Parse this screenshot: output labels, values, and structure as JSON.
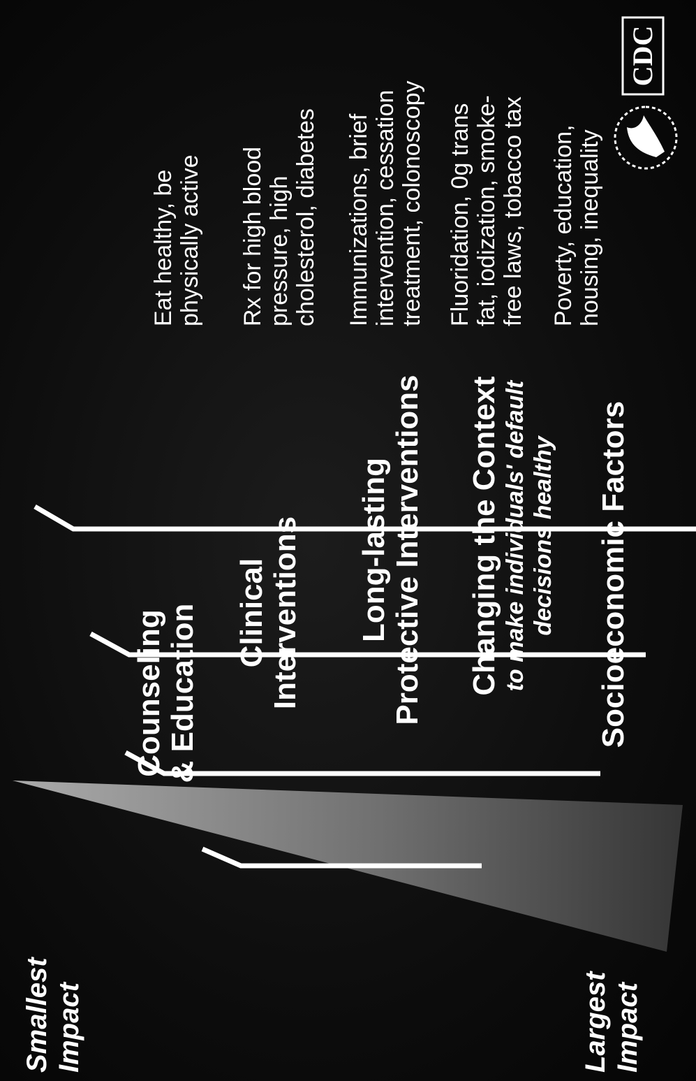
{
  "impact": {
    "smallest": [
      "Smallest",
      "Impact"
    ],
    "largest": [
      "Largest",
      "Impact"
    ]
  },
  "tiers": [
    {
      "title": [
        "Counseling",
        "& Education"
      ],
      "subtitle": []
    },
    {
      "title": [
        "Clinical",
        "Interventions"
      ],
      "subtitle": []
    },
    {
      "title": [
        "Long-lasting",
        "Protective Interventions"
      ],
      "subtitle": []
    },
    {
      "title": [
        "Changing the Context"
      ],
      "subtitle": [
        "to make individuals' default",
        "decisions healthy"
      ]
    },
    {
      "title": [
        "Socioeconomic Factors"
      ],
      "subtitle": []
    }
  ],
  "examples": [
    [
      "Eat healthy, be",
      "physically active"
    ],
    [
      "Rx for high blood",
      "pressure, high",
      "cholesterol, diabetes"
    ],
    [
      "Immunizations, brief",
      "intervention, cessation",
      "treatment, colonoscopy"
    ],
    [
      "Fluoridation, 0g trans",
      "fat, iodization, smoke-",
      "free laws, tobacco tax"
    ],
    [
      "Poverty, education,",
      "housing, inequality"
    ]
  ],
  "logo": {
    "text": "CDC"
  },
  "colors": {
    "background": "#0b0b0b",
    "text": "#ffffff",
    "triangle": "#8a8a8a"
  }
}
